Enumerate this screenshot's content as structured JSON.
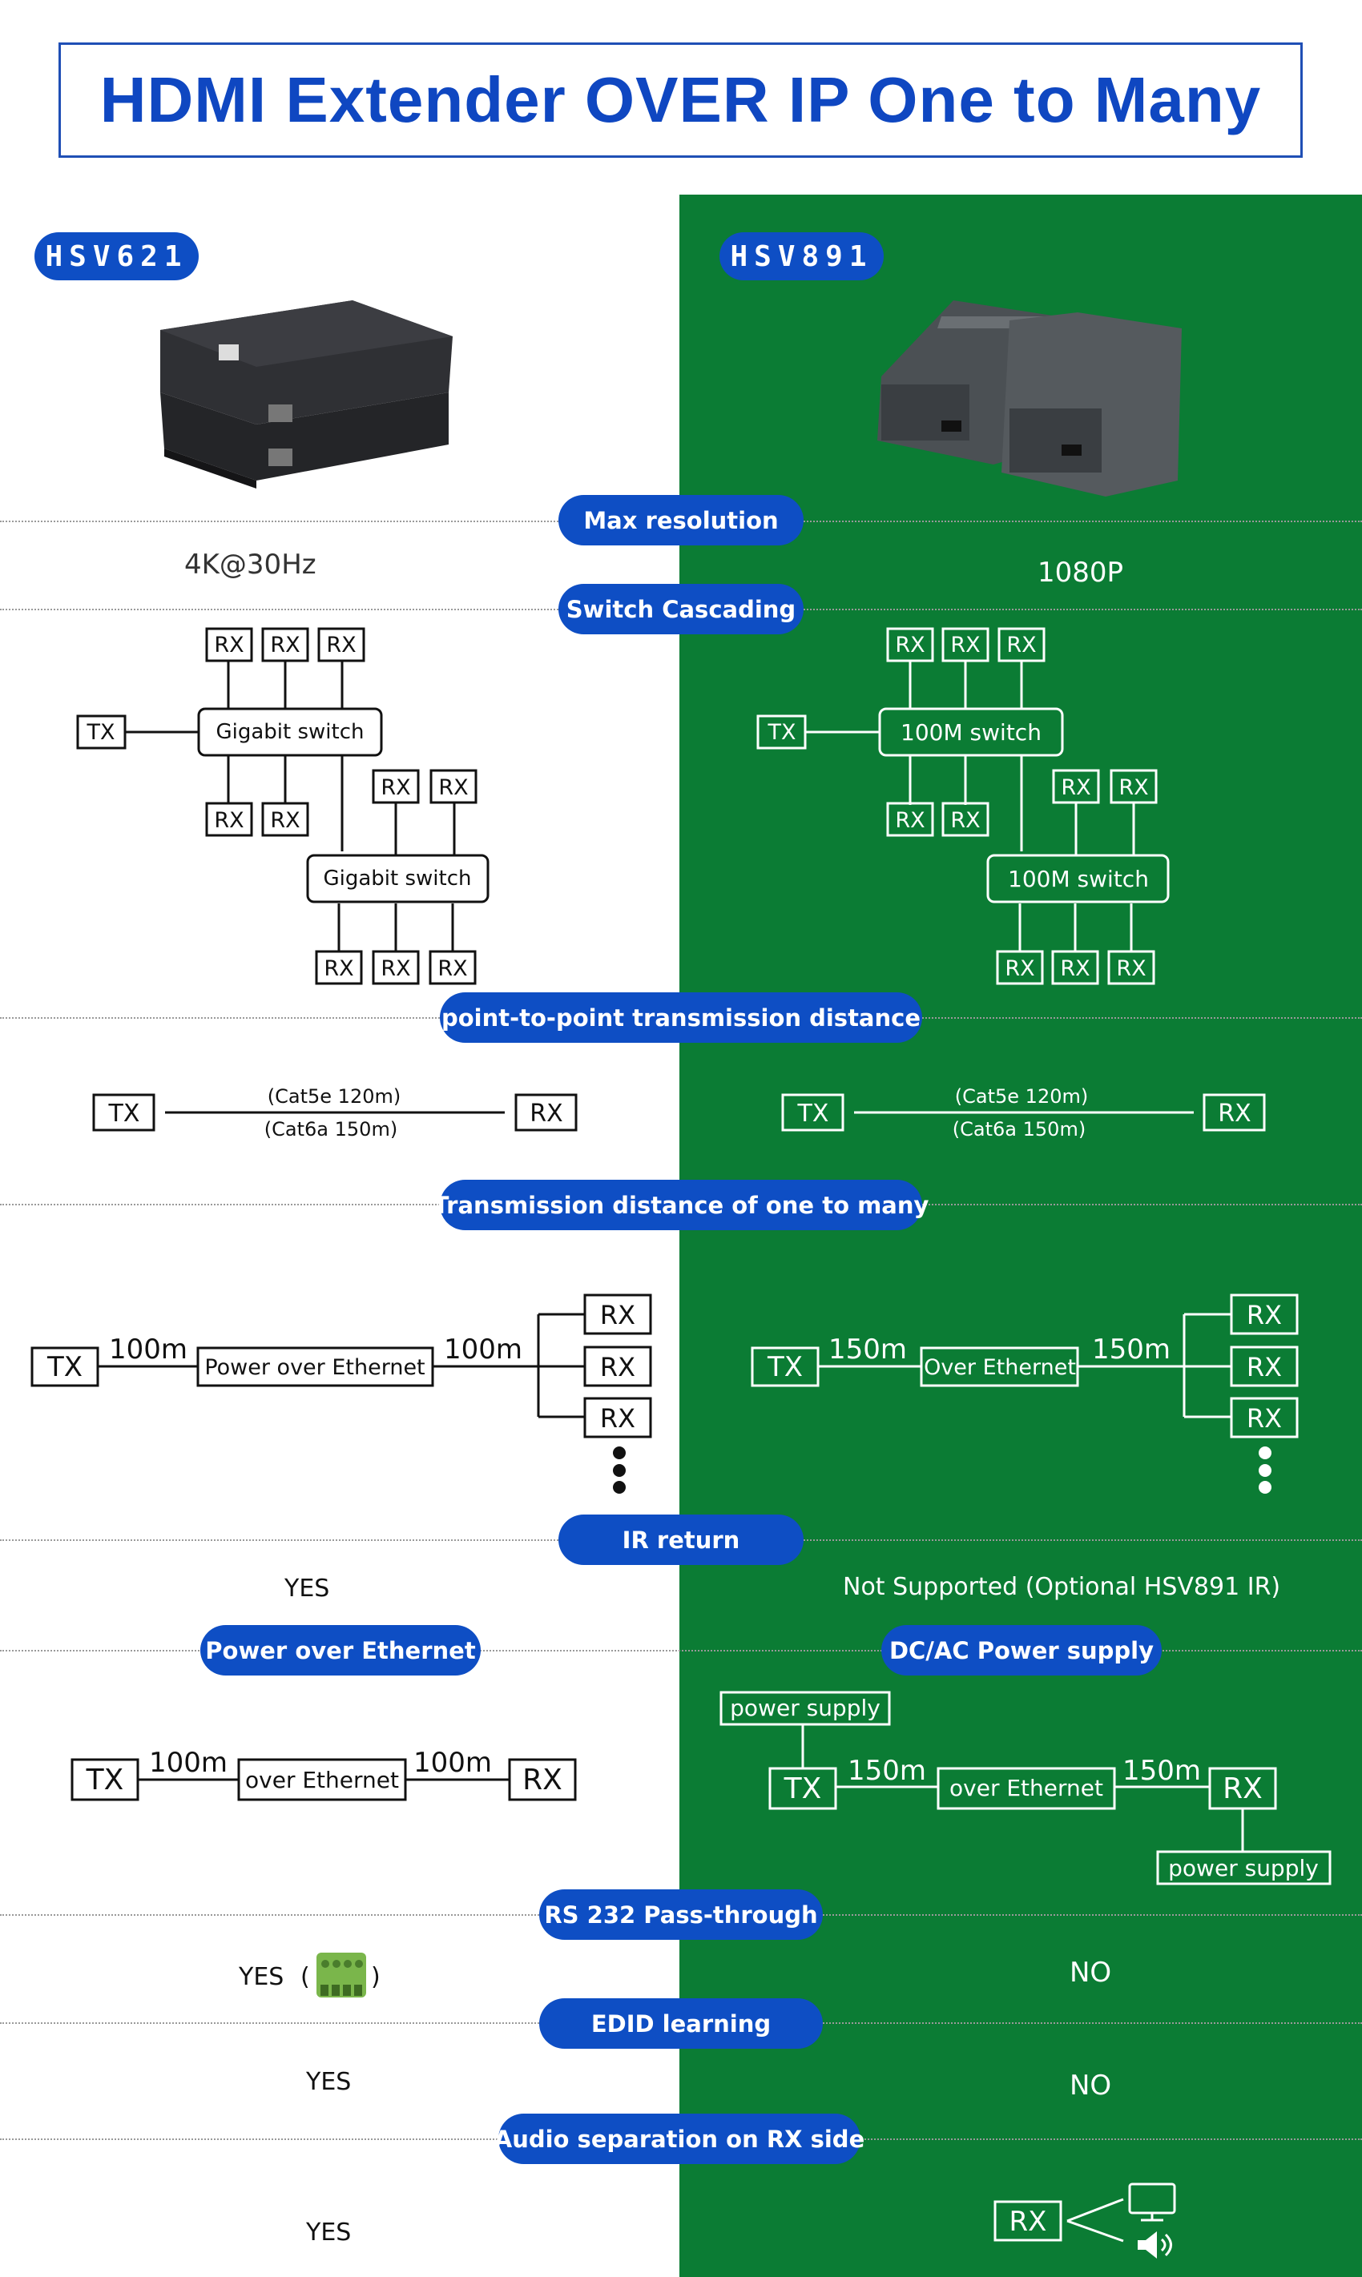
{
  "title": "HDMI Extender OVER IP One to Many",
  "models": {
    "left": "HSV621",
    "right": "HSV891"
  },
  "features": {
    "max_resolution": {
      "label": "Max resolution",
      "left": "4K@30Hz",
      "right": "1080P"
    },
    "switch_cascading": {
      "label": "Switch Cascading",
      "left_switch": "Gigabit switch",
      "right_switch": "100M switch",
      "tx": "TX",
      "rx": "RX"
    },
    "p2p": {
      "label": "point-to-point transmission distance",
      "cat5e": "(Cat5e 120m)",
      "cat6a": "(Cat6a  150m)",
      "tx": "TX",
      "rx": "RX"
    },
    "one_to_many": {
      "label": "Transmission distance of one to many",
      "left_mid": "Power over Ethernet",
      "right_mid": "Over Ethernet",
      "left_dist": "100m",
      "right_dist": "150m",
      "tx": "TX",
      "rx": "RX"
    },
    "ir_return": {
      "label": "IR return",
      "left": "YES",
      "right": "Not Supported (Optional HSV891 IR)"
    },
    "power": {
      "left_label": "Power over Ethernet",
      "right_label": "DC/AC Power supply",
      "mid": "over Ethernet",
      "left_dist": "100m",
      "right_dist": "150m",
      "supply": "power supply",
      "tx": "TX",
      "rx": "RX"
    },
    "rs232": {
      "label": "RS 232 Pass-through",
      "left": "YES",
      "left_open": "(",
      "left_close": ")",
      "right": "NO"
    },
    "edid": {
      "label": "EDID learning",
      "left": "YES",
      "right": "NO"
    },
    "audio": {
      "label": "Audio separation on RX side",
      "left": "YES",
      "rx": "RX"
    }
  },
  "colors": {
    "accent_blue": "#0e4ec4",
    "title_blue": "#0f47c1",
    "green": "#0b7c34"
  },
  "icons": [
    "hsv621-device-image",
    "hsv891-device-image",
    "terminal-block-icon",
    "monitor-icon",
    "speaker-icon"
  ]
}
